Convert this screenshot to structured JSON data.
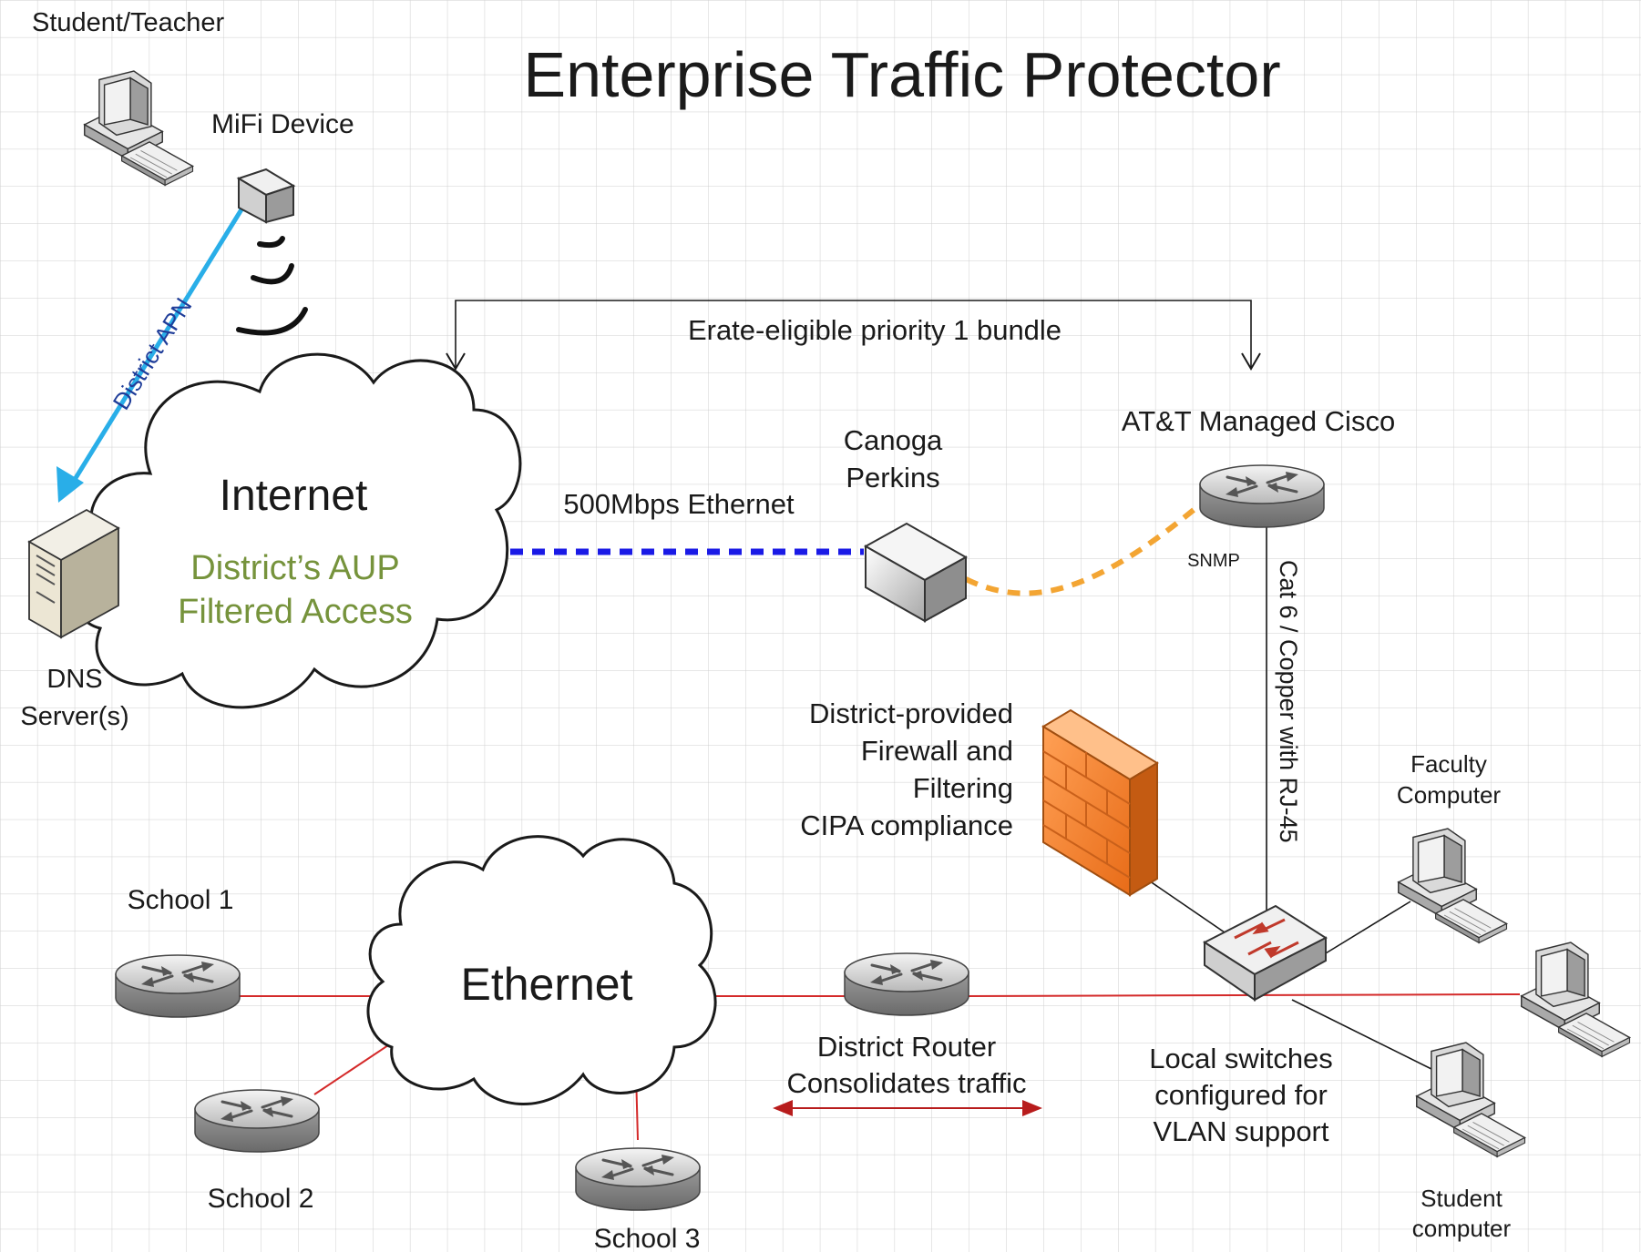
{
  "title": "Enterprise Traffic Protector",
  "labels": {
    "student_teacher": "Student/Teacher",
    "mifi": "MiFi Device",
    "district_apn": "District APN",
    "internet": "Internet",
    "aup_line1": "District’s AUP",
    "aup_line2": "Filtered Access",
    "dns_line1": "DNS",
    "dns_line2": "Server(s)",
    "erate": "Erate-eligible priority 1 bundle",
    "ethernet_500": "500Mbps Ethernet",
    "canoga_line1": "Canoga",
    "canoga_line2": "Perkins",
    "att": "AT&T Managed Cisco",
    "snmp": "SNMP",
    "cat6": "Cat 6 / Copper with RJ-45",
    "firewall_line1": "District-provided",
    "firewall_line2": "Firewall and",
    "firewall_line3": "Filtering",
    "firewall_line4": "CIPA compliance",
    "faculty_line1": "Faculty",
    "faculty_line2": "Computer",
    "school1": "School 1",
    "school2": "School 2",
    "school3": "School 3",
    "ethernet_cloud": "Ethernet",
    "district_router_line1": "District Router",
    "district_router_line2": "Consolidates traffic",
    "switches_line1": "Local switches",
    "switches_line2": "configured for",
    "switches_line3": "VLAN support",
    "student_line1": "Student",
    "student_line2": "computer"
  },
  "colors": {
    "apn_arrow": "#29aee8",
    "apn_text": "#1f3d99",
    "aup_text": "#76933c",
    "fiber_link": "#1a1ae6",
    "snmp_link": "#f3a533",
    "lan_link": "#d42a2a",
    "firewall": "#f07f2c"
  }
}
